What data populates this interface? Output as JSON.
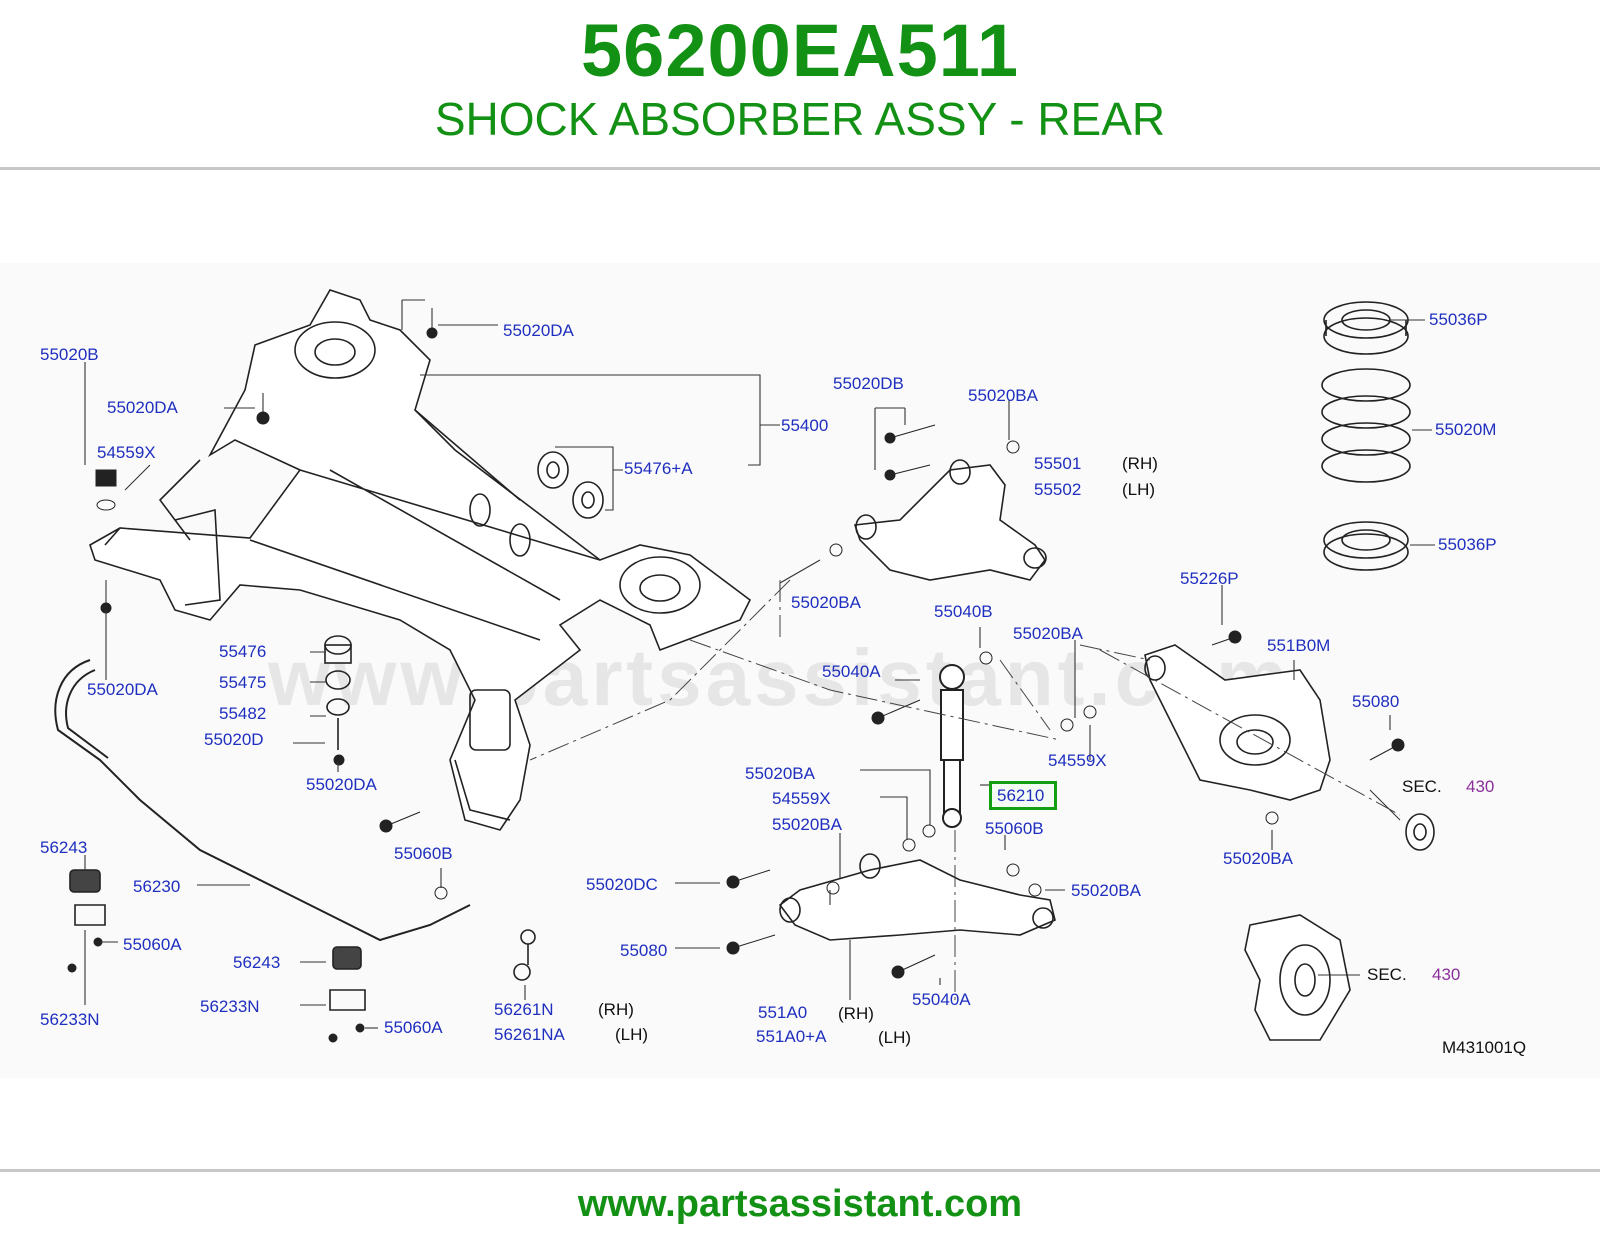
{
  "header": {
    "part_number": "56200EA511",
    "description": "SHOCK ABSORBER ASSY - REAR"
  },
  "watermark": "www.partsassistant.com",
  "highlight_color": "#12a012",
  "label_color": "#1f2fbf",
  "labels": {
    "l55020DA_top": "55020DA",
    "l55020B": "55020B",
    "l55020DA_left": "55020DA",
    "l54559X_left": "54559X",
    "l55400": "55400",
    "l55476A": "55476+A",
    "l55020DB": "55020DB",
    "l55020BA_top": "55020BA",
    "l55501": "55501",
    "l55502": "55502",
    "l55036P_top": "55036P",
    "l55020M": "55020M",
    "l55036P_bot": "55036P",
    "l55020DA_mid": "55020DA",
    "l55020BA_arm": "55020BA",
    "l55226P": "55226P",
    "l55476": "55476",
    "l55475": "55475",
    "l55482": "55482",
    "l55020D": "55020D",
    "l55040B": "55040B",
    "l55020BA_r": "55020BA",
    "l551B0M": "551B0M",
    "l55040A_top": "55040A",
    "l55080_r": "55080",
    "l54559X_r": "54559X",
    "l55020DA_bot": "55020DA",
    "l55020BA_c1": "55020BA",
    "l56210": "56210",
    "l54559X_c": "54559X",
    "l55020BA_c2": "55020BA",
    "l55060B_r": "55060B",
    "l55020BA_br": "55020BA",
    "l56243_a": "56243",
    "l55060B_l": "55060B",
    "l56230": "56230",
    "l55020DC": "55020DC",
    "l55020BA_c3": "55020BA",
    "l55060A_a": "55060A",
    "l55080_c": "55080",
    "l56243_b": "56243",
    "l56233N_a": "56233N",
    "l56233N_b": "56233N",
    "l55040A_bot": "55040A",
    "l55060A_b": "55060A",
    "l56261N": "56261N",
    "l56261NA": "56261NA",
    "l551A0": "551A0",
    "l551A0A": "551A0+A",
    "diagram_code": "M431001Q"
  },
  "sides": {
    "rh": "(RH)",
    "lh": "(LH)"
  },
  "sections": {
    "sec_label": "SEC.",
    "sec_number": "430"
  },
  "footer": {
    "url": "www.partsassistant.com"
  }
}
